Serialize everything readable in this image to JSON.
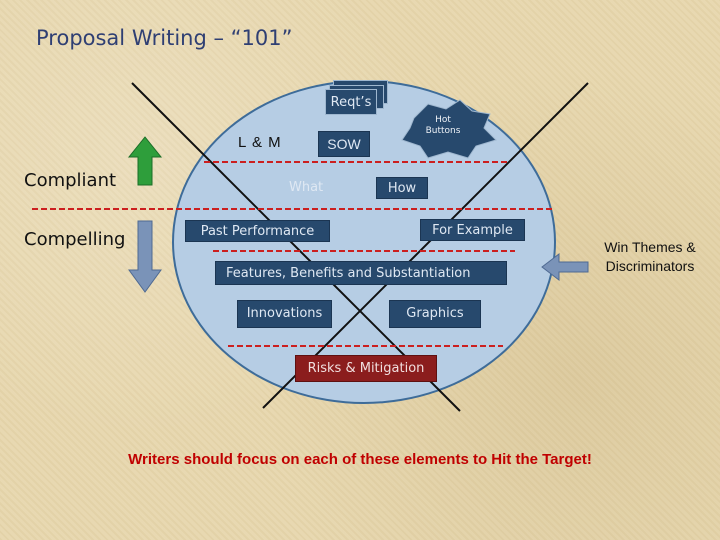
{
  "title": "Proposal Writing – “101”",
  "top_box": {
    "label": "Reqt’s"
  },
  "requirements": {
    "lm": "L & M",
    "sow": "SOW",
    "hot_buttons": "Hot Buttons"
  },
  "questions": {
    "what": "What",
    "how": "How"
  },
  "elements": {
    "past_performance": "Past Performance",
    "for_example": "For Example",
    "features": "Features, Benefits and Substantiation",
    "innovations": "Innovations",
    "graphics": "Graphics",
    "risks": "Risks & Mitigation"
  },
  "scale": {
    "compliant": "Compliant",
    "compelling": "Compelling"
  },
  "side_note": "Win Themes & Discriminators",
  "footer": "Writers should focus on each of these elements to Hit the Target!",
  "colors": {
    "background": "#e7d7ae",
    "oval_fill": "#b6cde4",
    "box_fill": "#27496d",
    "risk_fill": "#8b1d1d",
    "dash_red": "#cc1f1f",
    "arrow_green": "#2e9e3b",
    "arrow_blue": "#7a93b8",
    "title_color": "#2f3f73",
    "footer_color": "#c00000"
  }
}
